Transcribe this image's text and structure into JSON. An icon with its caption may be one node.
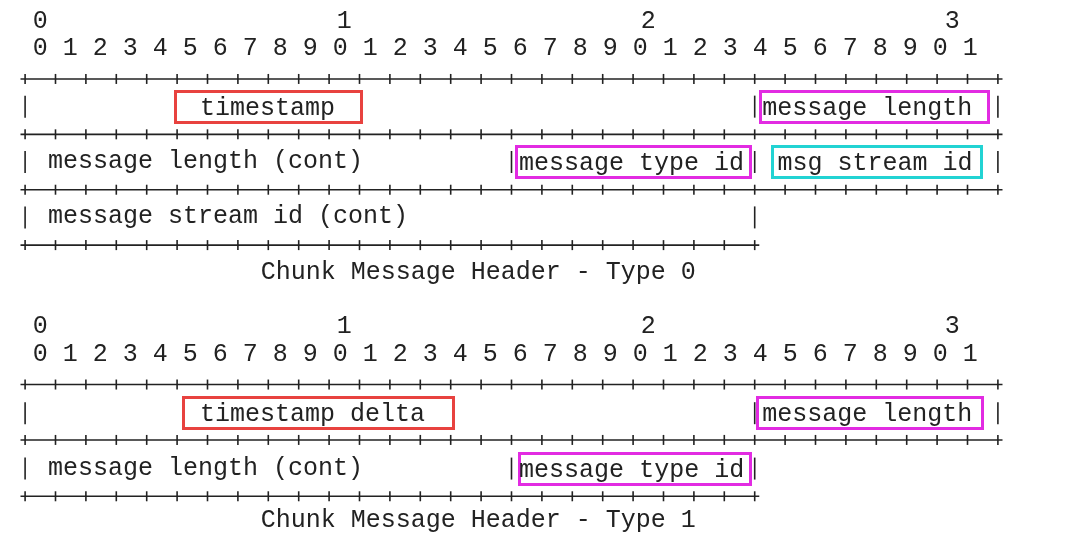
{
  "diagram": {
    "nodes": [
      {
        "text": [
          "timestamp"
        ]
      },
      {
        "text": [
          "message length"
        ]
      },
      {
        "text": [
          "message type id"
        ]
      },
      {
        "text": [
          "msg stream id"
        ]
      },
      {
        "text": [
          "timestamp delta"
        ]
      },
      {
        "text": [
          "message length"
        ]
      },
      {
        "text": [
          "message type id"
        ]
      }
    ],
    "labels": [
      "0",
      "1",
      "2",
      "3",
      "0 1 2 3 4 5 6 7 8 9 0 1 2 3 4 5 6 7 8 9 0 1 2 3 4 5 6 7 8 9 0 1",
      "message length (cont)",
      "message stream id (cont)",
      "Chunk Message Header - Type 0",
      "0",
      "1",
      "2",
      "3",
      "0 1 2 3 4 5 6 7 8 9 0 1 2 3 4 5 6 7 8 9 0 1 2 3 4 5 6 7 8 9 0 1",
      "message length (cont)",
      "Chunk Message Header - Type 1"
    ]
  }
}
